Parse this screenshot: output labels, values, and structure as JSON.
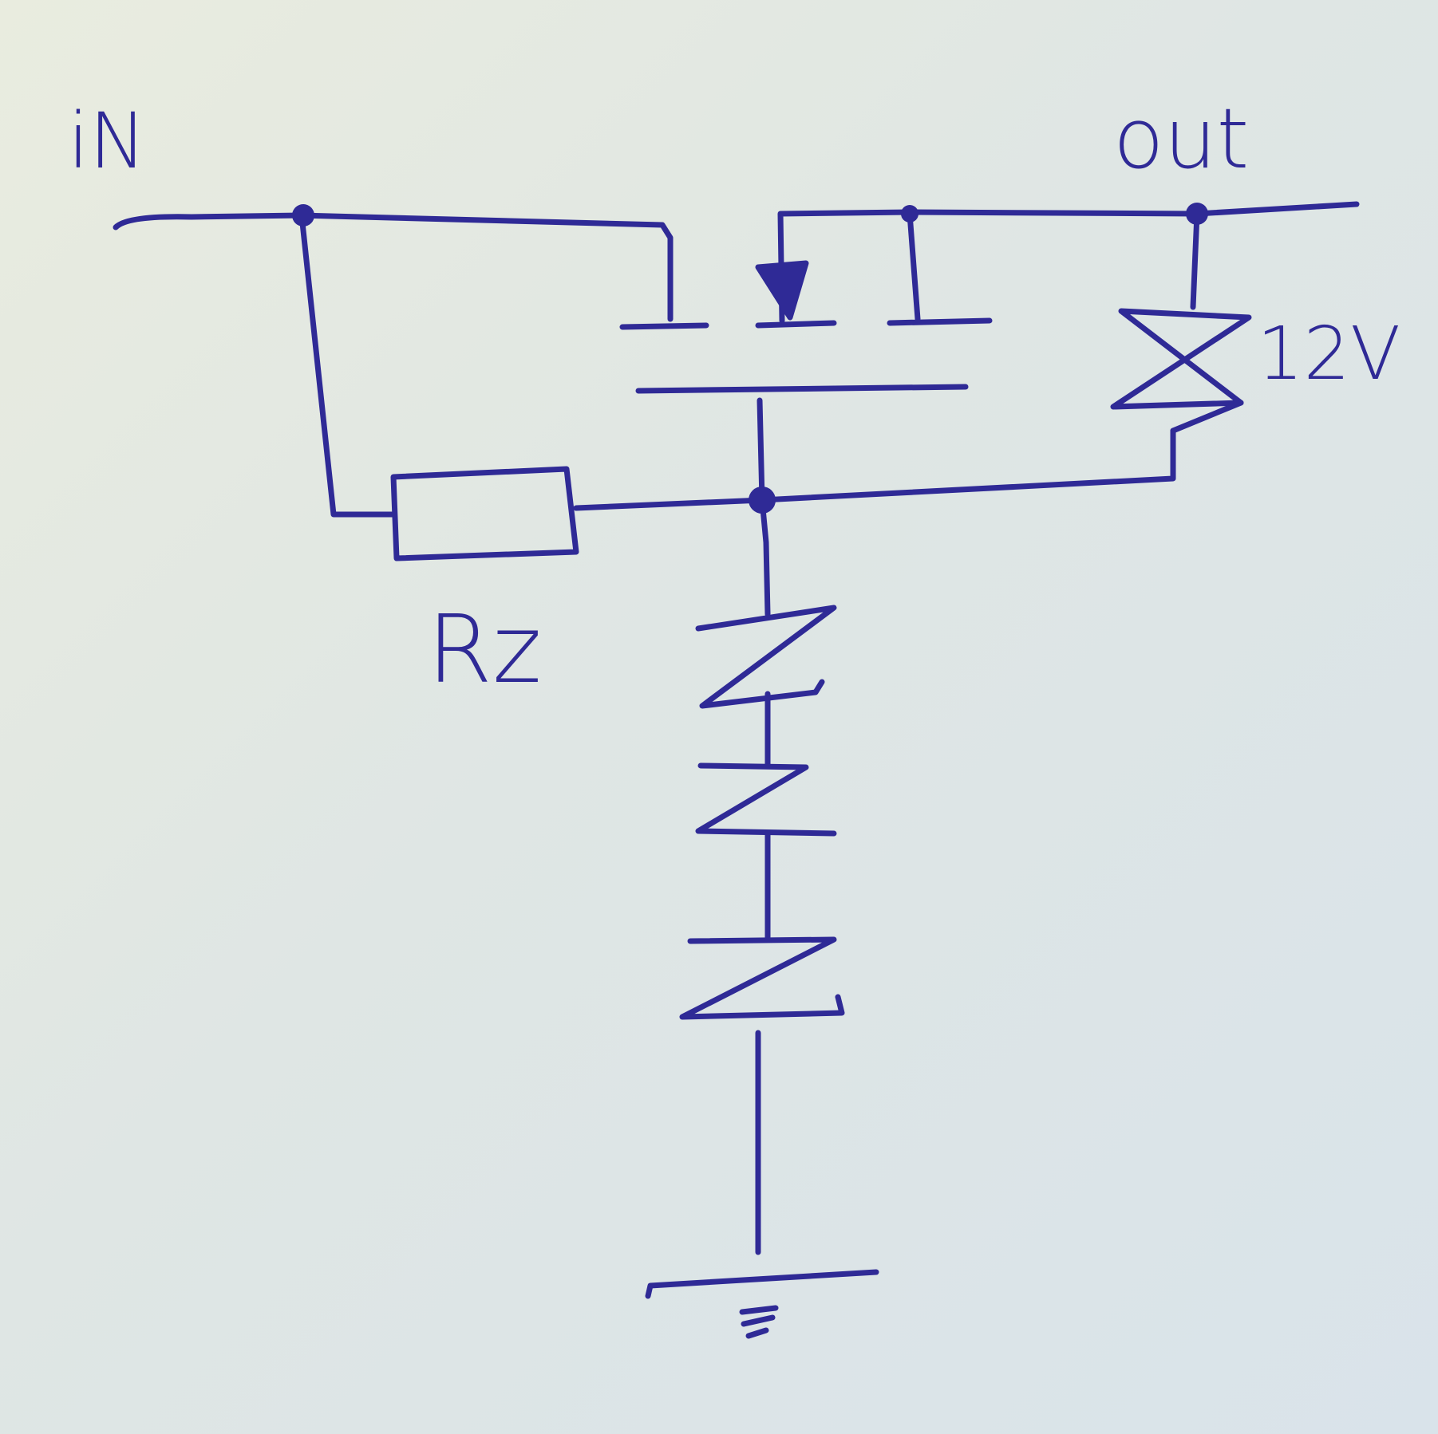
{
  "labels": {
    "input": "iN",
    "output": "out",
    "zener_voltage": "12V",
    "resistor": "Rz"
  },
  "colors": {
    "ink": "#2f2a96",
    "paper": "#e3e8e4"
  }
}
